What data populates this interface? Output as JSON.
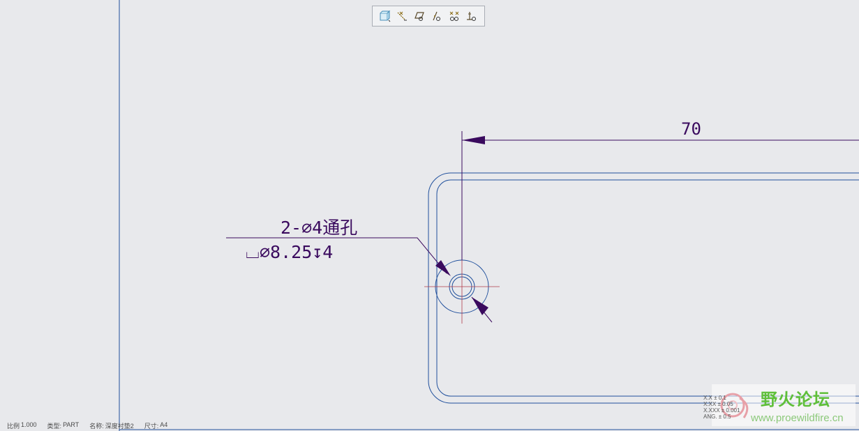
{
  "colors": {
    "background": "#e8e9ec",
    "geometry": "#1f4f9c",
    "annotation": "#3a0a5e",
    "centerline": "#b13a4a",
    "watermark": "#5fbf3a"
  },
  "toolbar": {
    "buttons": [
      {
        "name": "view-3d-icon"
      },
      {
        "name": "datum-axis-display-icon"
      },
      {
        "name": "datum-plane-display-icon"
      },
      {
        "name": "datum-point-display-icon"
      },
      {
        "name": "datum-csys-display-icon"
      },
      {
        "name": "annotation-display-icon"
      }
    ]
  },
  "drawing": {
    "dimension_horizontal": "70",
    "hole_note_line1": "2-∅4通孔",
    "hole_note_line2": "⌴∅8.25↧4"
  },
  "status": {
    "scale_label": "比例",
    "scale_value": "1.000",
    "type_label": "类型:",
    "type_value": "PART",
    "name_label": "名称:",
    "name_value": "深度衬垫2",
    "size_label": "尺寸:",
    "size_value": "A4"
  },
  "tolerance": {
    "lines": [
      "X.X ± 0.1",
      "X.XX ± 0.05",
      "X.XXX ± 0.001",
      "ANG. ± 0.5"
    ]
  },
  "watermark": {
    "title": "野火论坛",
    "url": "www.proewildfire.cn"
  }
}
